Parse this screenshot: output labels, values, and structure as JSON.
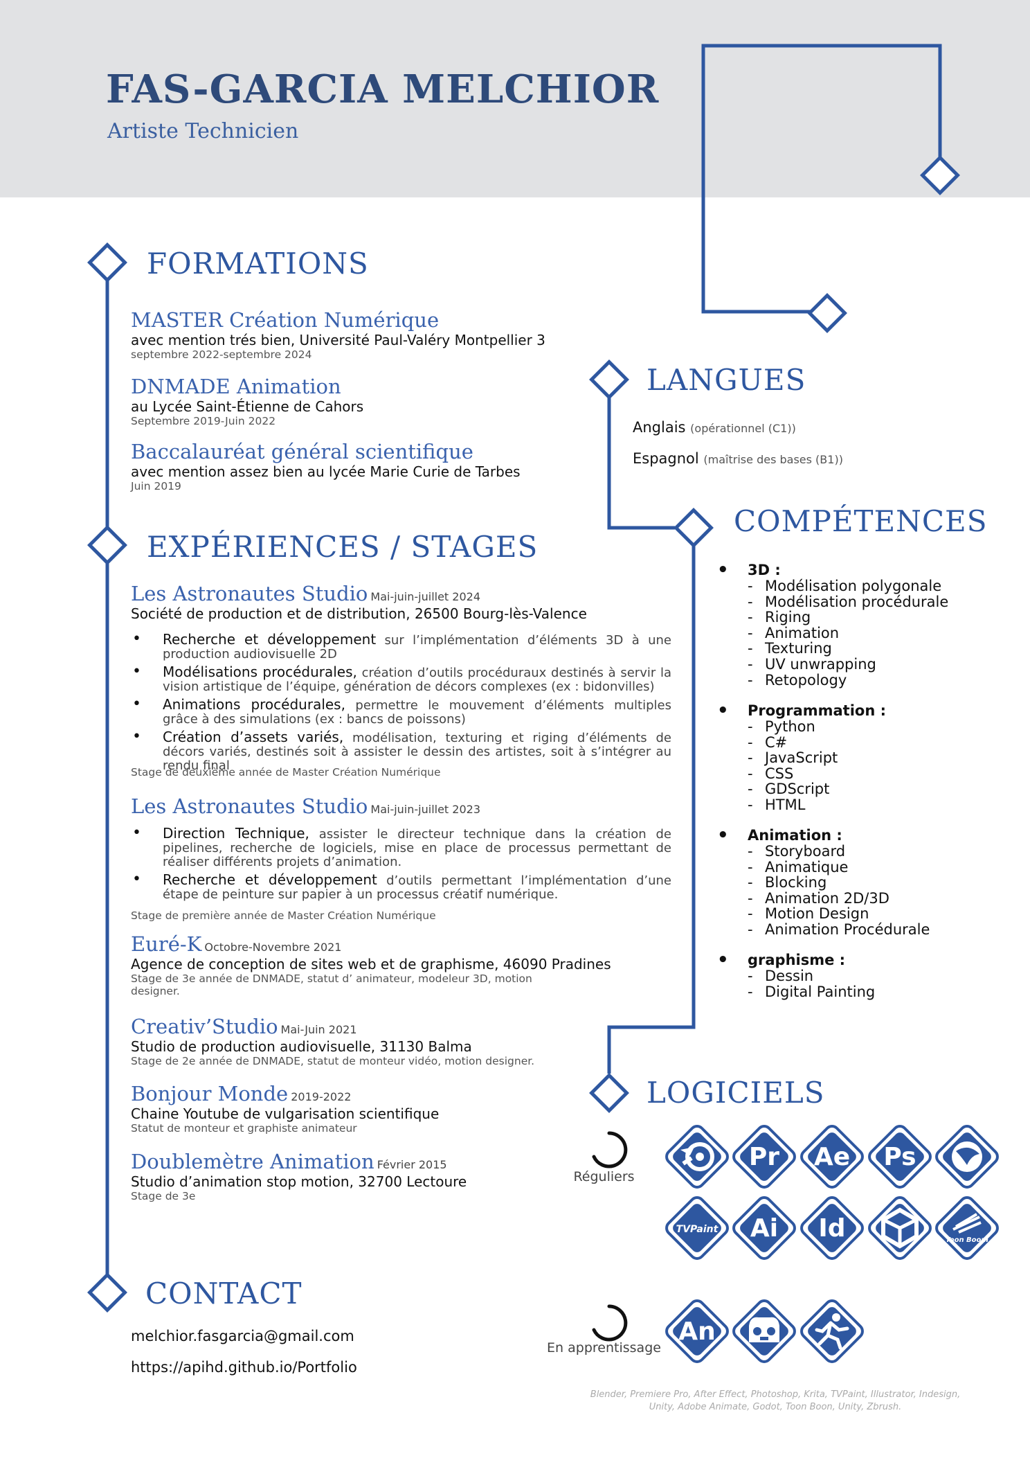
{
  "header": {
    "name": "FAS-GARCIA MELCHIOR",
    "job_title": "Artiste Technicien"
  },
  "formations": {
    "title": "FORMATIONS",
    "items": [
      {
        "title": "MASTER Création Numérique",
        "detail": "avec mention trés bien, Université Paul-Valéry Montpellier 3",
        "date": "septembre 2022-septembre 2024"
      },
      {
        "title": "DNMADE Animation",
        "detail": "au Lycée Saint-Étienne de Cahors",
        "date": "Septembre 2019-Juin 2022"
      },
      {
        "title": "Baccalauréat général scientifique",
        "detail": "avec mention assez bien au lycée Marie Curie de Tarbes",
        "date": "Juin 2019"
      }
    ]
  },
  "experiences": {
    "title": "EXPÉRIENCES / STAGES",
    "items": [
      {
        "company": "Les Astronautes Studio",
        "date": "Mai-juin-juillet 2024",
        "detail": "Société de production et de distribution, 26500 Bourg-lès-Valence",
        "bullets": [
          {
            "bold": "Recherche et développement",
            "text": " sur l’implémentation d’éléments 3D à une production audiovisuelle 2D"
          },
          {
            "bold": "Modélisations procédurales,",
            "text": " création d’outils procéduraux destinés à servir la vision artistique de l’équipe, génération de décors complexes (ex : bidonvilles)"
          },
          {
            "bold": "Animations procédurales,",
            "text": " permettre le mouvement d’éléments multiples grâce à des simulations (ex : bancs de poissons)"
          },
          {
            "bold": "Création d’assets variés,",
            "text": " modélisation, texturing et riging d’éléments de décors variés, destinés soit à assister le dessin des artistes, soit à s’intégrer au rendu final"
          }
        ],
        "note": "Stage de deuxième année de Master Création Numérique"
      },
      {
        "company": "Les Astronautes Studio",
        "date": "Mai-juin-juillet 2023",
        "bullets": [
          {
            "bold": "Direction Technique,",
            "text": " assister le directeur technique dans la création de pipelines, recherche de logiciels, mise en place de processus permettant de réaliser différents projets d’animation."
          },
          {
            "bold": "Recherche et développement",
            "text": " d’outils permettant l’implémentation d’une étape de peinture sur papier à un processus créatif numérique."
          }
        ],
        "note": "Stage de première année de Master Création Numérique"
      },
      {
        "company": "Euré-K",
        "date": "Octobre-Novembre 2021",
        "detail": "Agence de conception de sites web et de graphisme, 46090 Pradines",
        "note_line1": "Stage de 3e année de DNMADE, statut d’ animateur, modeleur 3D, motion",
        "note_line2": "designer."
      },
      {
        "company": "Creativ’Studio",
        "date": "Mai-Juin 2021",
        "detail": "Studio de production audiovisuelle, 31130 Balma",
        "note": "Stage de 2e année de DNMADE, statut de monteur vidéo, motion designer."
      },
      {
        "company": "Bonjour Monde",
        "date": "2019-2022",
        "detail": "Chaine Youtube de vulgarisation scientifique",
        "note": "Statut de monteur et graphiste animateur"
      },
      {
        "company": "Doublemètre Animation",
        "date": "Février 2015",
        "detail": "Studio d’animation stop motion, 32700 Lectoure",
        "note": "Stage de 3e"
      }
    ]
  },
  "contact": {
    "title": "CONTACT",
    "email": "melchior.fasgarcia@gmail.com",
    "website": "https://apihd.github.io/Portfolio"
  },
  "langues": {
    "title": "LANGUES",
    "items": [
      {
        "name": "Anglais",
        "level": "(opérationnel (C1))"
      },
      {
        "name": "Espagnol",
        "level": "(maîtrise des bases (B1))"
      }
    ]
  },
  "competences": {
    "title": "COMPÉTENCES",
    "groups": [
      {
        "label": "3D :",
        "items": [
          "Modélisation polygonale",
          "Modélisation procédurale",
          "Riging",
          "Animation",
          "Texturing",
          "UV unwrapping",
          "Retopology"
        ]
      },
      {
        "label": "Programmation :",
        "items": [
          "Python",
          "C#",
          "JavaScript",
          "CSS",
          "GDScript",
          "HTML"
        ]
      },
      {
        "label": "Animation :",
        "items": [
          "Storyboard",
          "Animatique",
          "Blocking",
          "Animation 2D/3D",
          "Motion Design",
          "Animation Procédurale"
        ]
      },
      {
        "label": "graphisme :",
        "items": [
          "Dessin",
          "Digital Painting"
        ]
      }
    ]
  },
  "logiciels": {
    "title": "LOGICIELS",
    "reguliers_label": "Réguliers",
    "apprentissage_label": "En apprentissage",
    "reguliers": [
      {
        "icon": "blender-icon",
        "text": ""
      },
      {
        "icon": "premiere-pro-icon",
        "text": "Pr"
      },
      {
        "icon": "after-effects-icon",
        "text": "Ae"
      },
      {
        "icon": "photoshop-icon",
        "text": "Ps"
      },
      {
        "icon": "krita-icon",
        "text": ""
      },
      {
        "icon": "tvpaint-icon",
        "text": "TVPaint"
      },
      {
        "icon": "illustrator-icon",
        "text": "Ai"
      },
      {
        "icon": "indesign-icon",
        "text": "Id"
      },
      {
        "icon": "unity-icon",
        "text": ""
      },
      {
        "icon": "toon-boom-icon",
        "text": "Toon Boom"
      }
    ],
    "apprentissage": [
      {
        "icon": "adobe-animate-icon",
        "text": "An"
      },
      {
        "icon": "godot-icon",
        "text": ""
      },
      {
        "icon": "zbrush-icon",
        "text": ""
      }
    ],
    "footnote_line1": "Blender, Premiere Pro, After Effect, Photoshop, Krita, TVPaint, Illustrator, Indesign,",
    "footnote_line2": "Unity, Adobe Animate, Godot, Toon Boon, Unity, Zbrush."
  },
  "colors": {
    "accent": "#2e57a0",
    "name": "#2e4a7a",
    "band": "#e1e2e4"
  }
}
